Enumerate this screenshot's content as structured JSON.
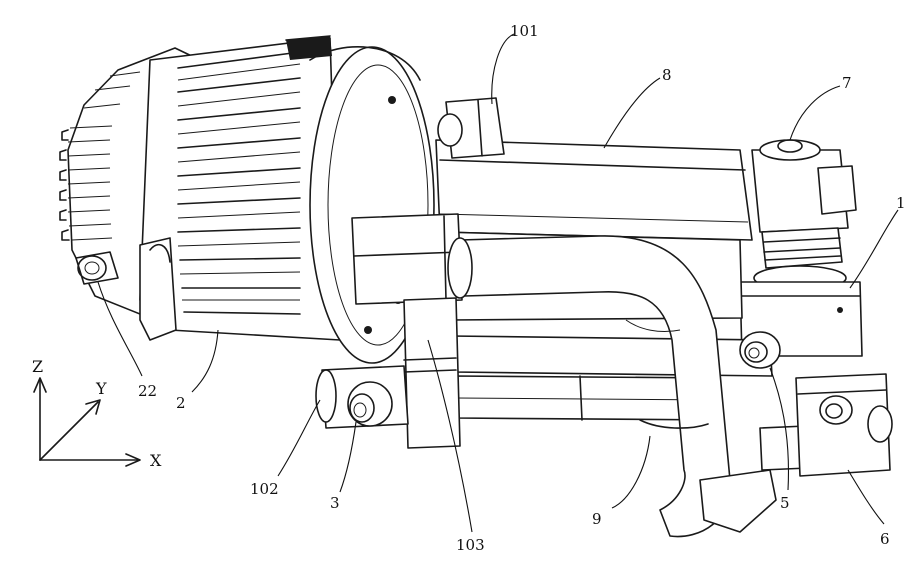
{
  "labels": {
    "l101": "101",
    "l8": "8",
    "l7": "7",
    "l1": "1",
    "l22": "22",
    "l2": "2",
    "l102": "102",
    "l3": "3",
    "l103": "103",
    "l9": "9",
    "l5": "5",
    "l6": "6"
  },
  "axes": {
    "z": "Z",
    "y": "Y",
    "x": "X"
  }
}
